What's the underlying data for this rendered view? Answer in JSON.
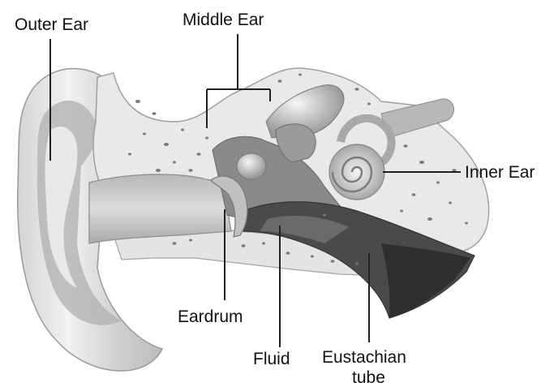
{
  "labels": {
    "outer_ear": "Outer Ear",
    "middle_ear": "Middle Ear",
    "inner_ear": "Inner Ear",
    "eardrum": "Eardrum",
    "fluid": "Fluid",
    "eustachian_line1": "Eustachian",
    "eustachian_line2": "tube"
  },
  "colors": {
    "background": "#ffffff",
    "tissue_light": "#e6e6e6",
    "tissue_mid": "#c8c8c8",
    "tissue_dark": "#8f8f8f",
    "cavity_dark": "#5a5a5a",
    "tube_dark": "#3c3c3c",
    "speckle": "#7a7a7a",
    "leader_line": "#222222",
    "text": "#111111"
  }
}
